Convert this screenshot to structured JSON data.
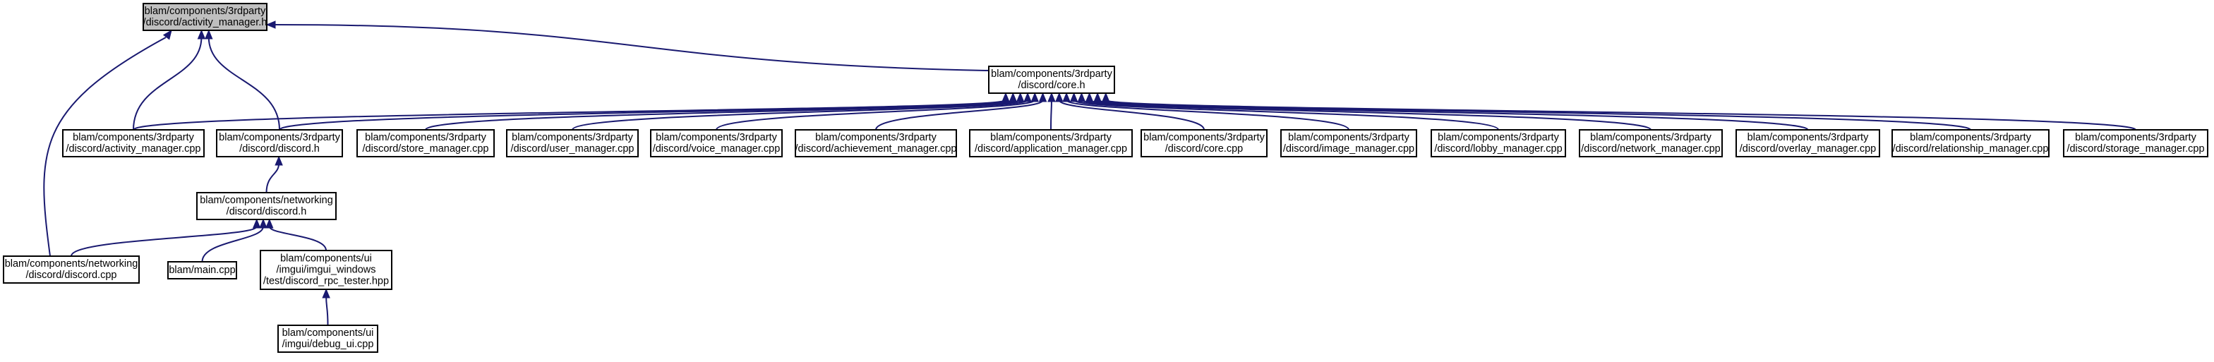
{
  "colors": {
    "edge": "#191970",
    "root_fill": "#bfbfbf",
    "node_fill": "#ffffff",
    "border": "#000000"
  },
  "nodes": [
    {
      "id": "activity_manager_h",
      "lines": [
        "blam/components/3rdparty",
        "/discord/activity_manager.h"
      ],
      "root": true
    },
    {
      "id": "core_h",
      "lines": [
        "blam/components/3rdparty",
        "/discord/core.h"
      ]
    },
    {
      "id": "activity_manager_cpp",
      "lines": [
        "blam/components/3rdparty",
        "/discord/activity_manager.cpp"
      ]
    },
    {
      "id": "discord_h_3p",
      "lines": [
        "blam/components/3rdparty",
        "/discord/discord.h"
      ]
    },
    {
      "id": "store_manager_cpp",
      "lines": [
        "blam/components/3rdparty",
        "/discord/store_manager.cpp"
      ]
    },
    {
      "id": "user_manager_cpp",
      "lines": [
        "blam/components/3rdparty",
        "/discord/user_manager.cpp"
      ]
    },
    {
      "id": "voice_manager_cpp",
      "lines": [
        "blam/components/3rdparty",
        "/discord/voice_manager.cpp"
      ]
    },
    {
      "id": "achievement_manager_cpp",
      "lines": [
        "blam/components/3rdparty",
        "/discord/achievement_manager.cpp"
      ]
    },
    {
      "id": "application_manager_cpp",
      "lines": [
        "blam/components/3rdparty",
        "/discord/application_manager.cpp"
      ]
    },
    {
      "id": "core_cpp",
      "lines": [
        "blam/components/3rdparty",
        "/discord/core.cpp"
      ]
    },
    {
      "id": "image_manager_cpp",
      "lines": [
        "blam/components/3rdparty",
        "/discord/image_manager.cpp"
      ]
    },
    {
      "id": "lobby_manager_cpp",
      "lines": [
        "blam/components/3rdparty",
        "/discord/lobby_manager.cpp"
      ]
    },
    {
      "id": "network_manager_cpp",
      "lines": [
        "blam/components/3rdparty",
        "/discord/network_manager.cpp"
      ]
    },
    {
      "id": "overlay_manager_cpp",
      "lines": [
        "blam/components/3rdparty",
        "/discord/overlay_manager.cpp"
      ]
    },
    {
      "id": "relationship_manager_cpp",
      "lines": [
        "blam/components/3rdparty",
        "/discord/relationship_manager.cpp"
      ]
    },
    {
      "id": "storage_manager_cpp",
      "lines": [
        "blam/components/3rdparty",
        "/discord/storage_manager.cpp"
      ]
    },
    {
      "id": "networking_discord_h",
      "lines": [
        "blam/components/networking",
        "/discord/discord.h"
      ]
    },
    {
      "id": "networking_discord_cpp",
      "lines": [
        "blam/components/networking",
        "/discord/discord.cpp"
      ]
    },
    {
      "id": "main_cpp",
      "lines": [
        "blam/main.cpp"
      ]
    },
    {
      "id": "discord_rpc_tester_hpp",
      "lines": [
        "blam/components/ui",
        "/imgui/imgui_windows",
        "/test/discord_rpc_tester.hpp"
      ]
    },
    {
      "id": "debug_ui_cpp",
      "lines": [
        "blam/components/ui",
        "/imgui/debug_ui.cpp"
      ]
    }
  ],
  "edges": [
    {
      "from": "core_h",
      "to": "activity_manager_h"
    },
    {
      "from": "activity_manager_cpp",
      "to": "activity_manager_h"
    },
    {
      "from": "discord_h_3p",
      "to": "activity_manager_h"
    },
    {
      "from": "networking_discord_cpp",
      "to": "activity_manager_h"
    },
    {
      "from": "activity_manager_cpp",
      "to": "core_h"
    },
    {
      "from": "discord_h_3p",
      "to": "core_h"
    },
    {
      "from": "store_manager_cpp",
      "to": "core_h"
    },
    {
      "from": "user_manager_cpp",
      "to": "core_h"
    },
    {
      "from": "voice_manager_cpp",
      "to": "core_h"
    },
    {
      "from": "achievement_manager_cpp",
      "to": "core_h"
    },
    {
      "from": "application_manager_cpp",
      "to": "core_h"
    },
    {
      "from": "core_cpp",
      "to": "core_h"
    },
    {
      "from": "image_manager_cpp",
      "to": "core_h"
    },
    {
      "from": "lobby_manager_cpp",
      "to": "core_h"
    },
    {
      "from": "network_manager_cpp",
      "to": "core_h"
    },
    {
      "from": "overlay_manager_cpp",
      "to": "core_h"
    },
    {
      "from": "relationship_manager_cpp",
      "to": "core_h"
    },
    {
      "from": "storage_manager_cpp",
      "to": "core_h"
    },
    {
      "from": "networking_discord_h",
      "to": "discord_h_3p"
    },
    {
      "from": "networking_discord_cpp",
      "to": "networking_discord_h"
    },
    {
      "from": "main_cpp",
      "to": "networking_discord_h"
    },
    {
      "from": "discord_rpc_tester_hpp",
      "to": "networking_discord_h"
    },
    {
      "from": "debug_ui_cpp",
      "to": "discord_rpc_tester_hpp"
    }
  ]
}
